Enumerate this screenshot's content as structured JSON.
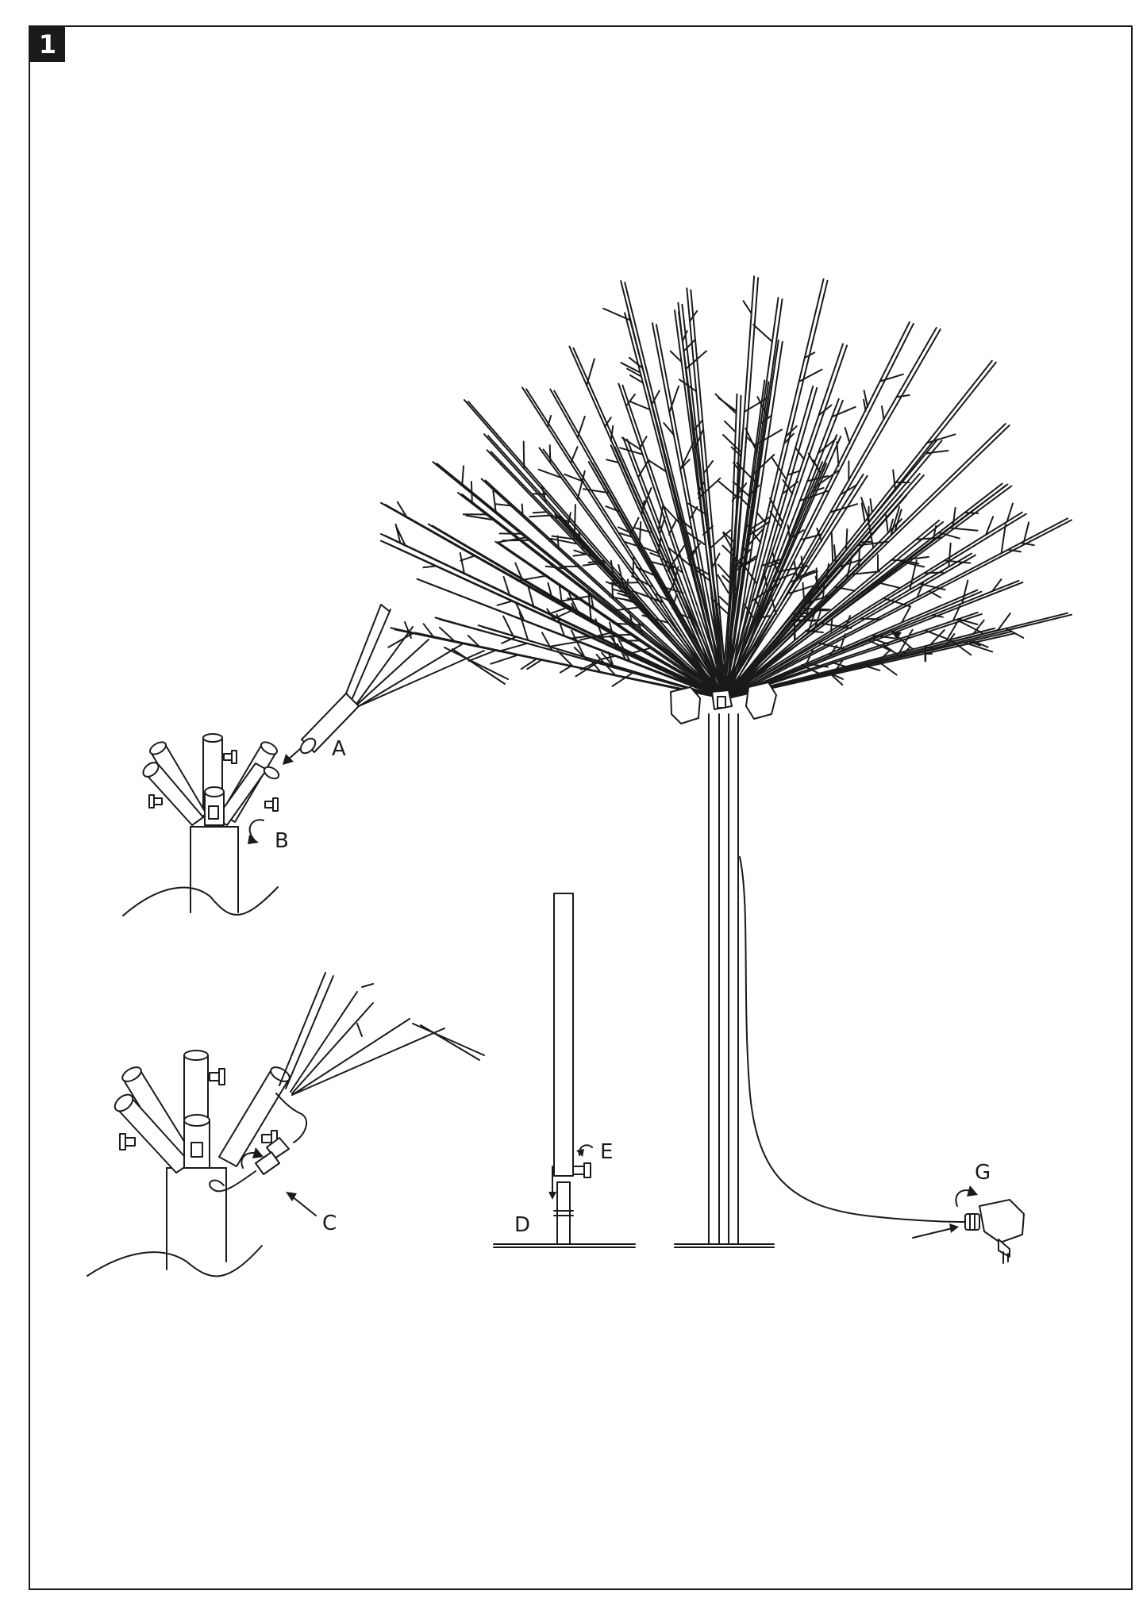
{
  "figure": {
    "number": "1",
    "labels": {
      "a": "A",
      "b": "B",
      "c": "C",
      "d": "D",
      "e": "E",
      "f": "F",
      "g": "G"
    }
  }
}
